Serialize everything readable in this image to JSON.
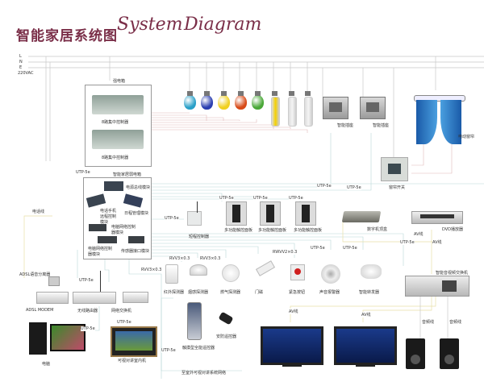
{
  "title": {
    "cn": "智能家居系统图",
    "en_1": "System",
    "en_2": "Diagram"
  },
  "power": {
    "lines": [
      "L",
      "N",
      "E"
    ],
    "voltage": "220VAC"
  },
  "distribution_box": {
    "label": "强电箱",
    "controllers": [
      "8路集中控制器",
      "8路集中控制器"
    ]
  },
  "weak_box": {
    "label": "智能家居弱电箱",
    "modules": [
      "电源总线模块",
      "电话手机远程控制模块",
      "日程管理模块",
      "电脑网络控制器模块",
      "电脑网络控制器模块",
      "传感器接口模块"
    ]
  },
  "lights": {
    "colors": [
      "#2aa0c8",
      "#2b3fb0",
      "#f0d020",
      "#d84a18",
      "#4aa838",
      "#f4d000",
      "#f4f4f4",
      "#f4f4f4"
    ]
  },
  "sockets": [
    {
      "label": "智能插座"
    },
    {
      "label": "智能插座"
    }
  ],
  "curtain": {
    "label": "电动窗帘",
    "switch_label": "窗帘开关"
  },
  "panels": [
    {
      "label": "多功能触控面板"
    },
    {
      "label": "多功能触控面板"
    },
    {
      "label": "多功能触控面板"
    }
  ],
  "wireless_controller": {
    "label": "短程控制器"
  },
  "settop_box": {
    "label": "数字机顶盒"
  },
  "dvd": {
    "label": "DVD播放器"
  },
  "av_switch": {
    "label": "智能音视频交换机"
  },
  "sensors": [
    {
      "label": "红外探测器",
      "cable": "RVV3×0.3"
    },
    {
      "label": "烟感探测器",
      "cable": "RVV3×0.3"
    },
    {
      "label": "燃气探测器",
      "cable": "RVV3×0.3"
    },
    {
      "label": "门磁",
      "cable": "RVV2×0.3"
    },
    {
      "label": "紧急按钮",
      "cable": "RVV2×0.3"
    },
    {
      "label": "声音报警器",
      "cable": "UTP-5e"
    },
    {
      "label": "智能转发器",
      "cable": "UTP-5e"
    }
  ],
  "network": {
    "splitter": "ADSL语音分离器",
    "modem": "ADSL MODEM",
    "router": "无线路由器",
    "switch": "网络交换机",
    "computer": "电脑",
    "intercom": "可视对讲室内机",
    "phone_line": "电话线",
    "intercom_net": "至室外可视对讲系统网络"
  },
  "remotes": {
    "lcd_remote": "触摸型全能遥控器",
    "security_remote": "安防遥控器"
  },
  "cables": {
    "utp": "UTP-5e",
    "av": "AV线",
    "audio": "音频线",
    "rvv3": "RVV3×0.3",
    "rvv2": "RVV2×0.3"
  },
  "speakers": [
    "音频线",
    "音频线"
  ]
}
